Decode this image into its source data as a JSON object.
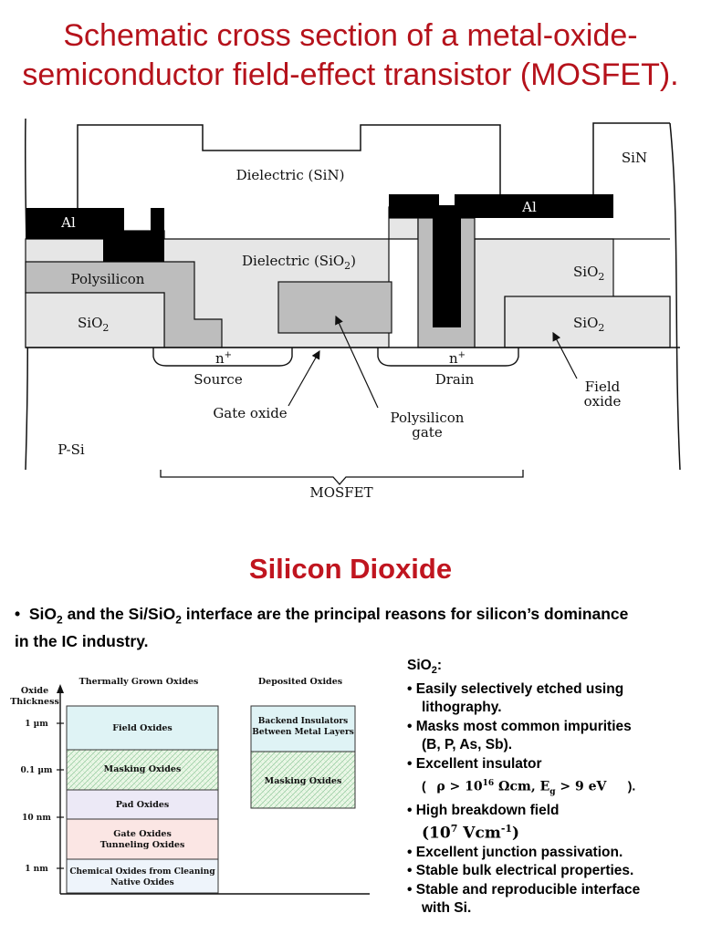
{
  "title": "Schematic cross section of a metal-oxide-semiconductor field-effect transistor (MOSFET).",
  "diagram": {
    "dielectric_sin": "Dielectric (SiN)",
    "sin": "SiN",
    "al_left": "Al",
    "al_right": "Al",
    "dielectric_sio2": "Dielectric (SiO",
    "polysilicon": "Polysilicon",
    "sio2_left": "SiO",
    "sio2_right_top": "SiO",
    "sio2_right_bottom": "SiO",
    "sub2": "2",
    "n_plus": "n",
    "plus": "+",
    "source": "Source",
    "drain": "Drain",
    "gate_oxide": "Gate oxide",
    "polysilicon_gate_1": "Polysilicon",
    "polysilicon_gate_2": "gate",
    "field_oxide_1": "Field",
    "field_oxide_2": "oxide",
    "psi": "P-Si",
    "mosfet": "MOSFET"
  },
  "section_title": "Silicon Dioxide",
  "bullet": {
    "a": "SiO",
    "b": " and the Si/SiO",
    "c": " interface are the principal reasons for silicon’s dominance in the IC industry."
  },
  "chart": {
    "ylabel_1": "Oxide",
    "ylabel_2": "Thickness",
    "col_thermal": "Thermally Grown Oxides",
    "col_deposited": "Deposited Oxides",
    "ticks": [
      "1 µm",
      "0.1 µm",
      "10 nm",
      "1 nm"
    ],
    "thermal": [
      {
        "label": "Field Oxides"
      },
      {
        "label": "Masking Oxides"
      },
      {
        "label": "Pad Oxides"
      },
      {
        "label": "Gate Oxides",
        "label2": "Tunneling Oxides"
      },
      {
        "label": "Chemical Oxides from Cleaning",
        "label2": "Native Oxides"
      }
    ],
    "deposited": [
      {
        "label": "Backend Insulators",
        "label2": "Between Metal Layers"
      },
      {
        "label": "Masking Oxides"
      }
    ],
    "colors": {
      "field": "#dff3f5",
      "mask": "#eaf7e6",
      "pad": "#ece9f6",
      "gate": "#fbe6e4",
      "chem": "#eef4fb"
    }
  },
  "props": {
    "heading": "SiO",
    "items": [
      "• Easily selectively etched using",
      "lithography.",
      "• Masks most common impurities",
      "(B, P, As, Sb).",
      "• Excellent insulator",
      "• High breakdown field",
      "• Excellent junction passivation.",
      "• Stable bulk electrical properties.",
      "• Stable and reproducible interface",
      "with Si."
    ],
    "insulator_open": "(",
    "rho": "ρ > 10",
    "rho_exp": "16",
    "rho_unit": "  Ωcm,  E",
    "eg_sub": "g",
    "eg_val": " > 9 eV",
    "insulator_close": ").",
    "field_a": "(10",
    "field_exp": "7",
    "field_b": " Vcm",
    "field_exp2": "-1",
    "field_c": ")"
  }
}
